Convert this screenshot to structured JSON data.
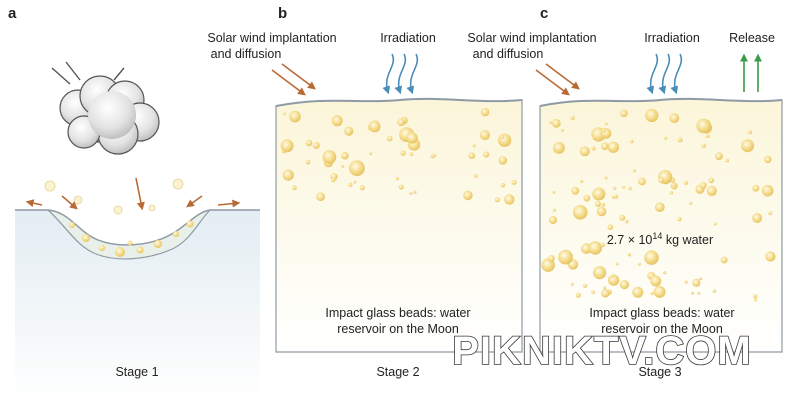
{
  "panels": [
    {
      "letter": "a",
      "stage_label": "Stage 1"
    },
    {
      "letter": "b",
      "stage_label": "Stage 2",
      "solar_wind_label": [
        "Solar wind implantation",
        "and diffusion"
      ],
      "irradiation_label": "Irradiation",
      "bottom_label": [
        "Impact glass beads: water",
        "reservoir on the Moon"
      ]
    },
    {
      "letter": "c",
      "stage_label": "Stage 3",
      "solar_wind_label": [
        "Solar wind implantation",
        "and diffusion"
      ],
      "irradiation_label": "Irradiation",
      "release_label": "Release",
      "water_amount": {
        "prefix": "2.7 × 10",
        "exponent": "14",
        "suffix": " kg water"
      },
      "bottom_label": [
        "Impact glass beads: water",
        "reservoir on the Moon"
      ]
    }
  ],
  "watermark": "PIKNIKTV.COM",
  "colors": {
    "solar_arrow": "#b86a35",
    "irradiation_arrow": "#4a8db8",
    "release_arrow": "#3f9a4a",
    "bead": "#f2d88a",
    "bead_edge": "#e2bd5e",
    "soil_top": "#fbf6de",
    "soil_bottom": "#ffffff",
    "crater_soil": "#e4eef4",
    "outline": "#8e9aa4"
  }
}
